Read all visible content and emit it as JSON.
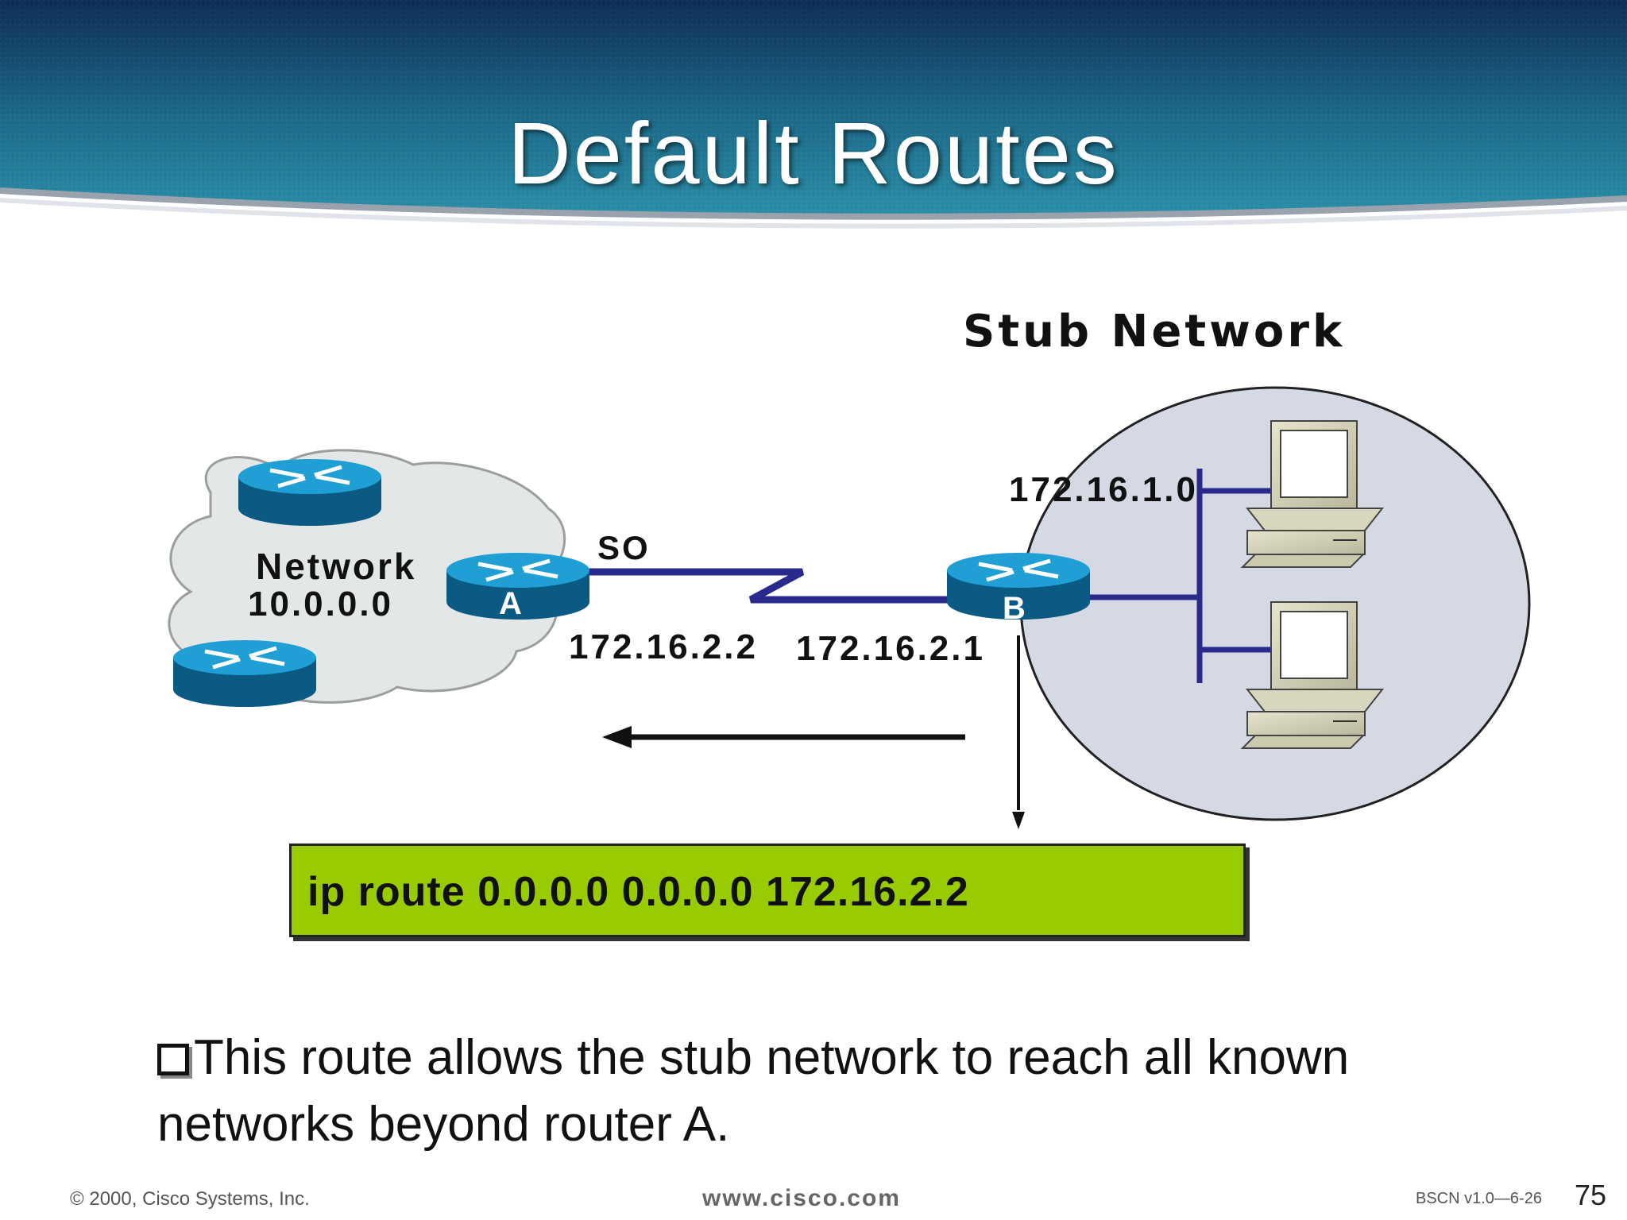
{
  "title": "Default Routes",
  "diagram": {
    "stub_network_label": "Stub Network",
    "network_label": "Network",
    "network_address": "10.0.0.0",
    "interface_label": "SO",
    "router_a_label": "A",
    "router_b_label": "B",
    "router_a_ip": "172.16.2.2",
    "router_b_ip": "172.16.2.1",
    "lan_ip": "172.16.1.0"
  },
  "command": "ip route 0.0.0.0 0.0.0.0 172.16.2.2",
  "bullet": "This route allows the stub network to reach all known networks beyond router A.",
  "footer": {
    "copyright": "© 2000, Cisco Systems, Inc.",
    "url": "www.cisco.com",
    "course": "BSCN v1.0—6-26",
    "page": "75"
  },
  "colors": {
    "banner": "#1d6b8a",
    "router": "#1a8fc4",
    "link": "#2a2a8c",
    "command_box": "#99cc00",
    "stub_circle": "#d5d9e3"
  }
}
